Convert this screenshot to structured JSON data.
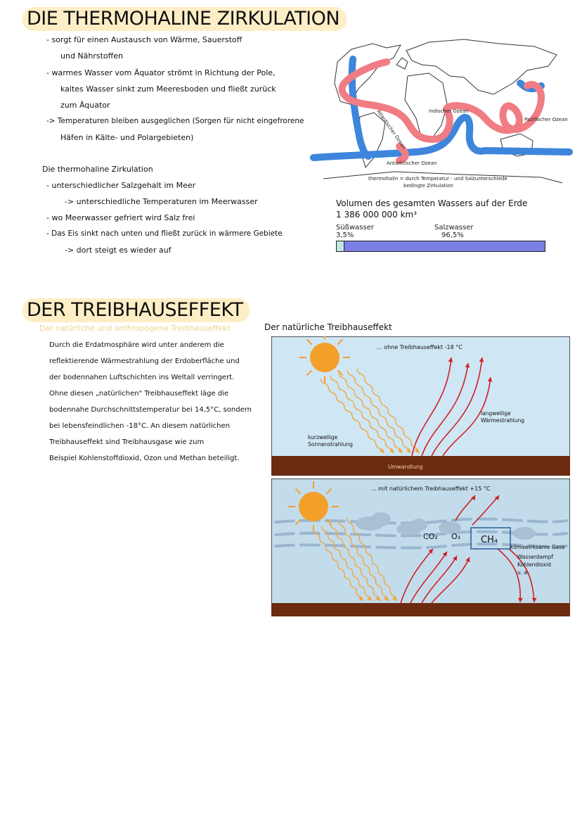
{
  "section1": {
    "title": "DIE THERMOHALINE ZIRKULATION",
    "bullets": [
      "-  sorgt für einen Austausch von Wärme, Sauerstoff",
      "und Nährstoffen",
      "-  warmes Wasser vom Äquator strömt in Richtung der Pole,",
      "kaltes Wasser sinkt zum Meeresboden und fließt zurück",
      "zum Äquator",
      "-> Temperaturen bleiben ausgeglichen  (Sorgen für nicht eingefrorene",
      "Häfen in Kälte-  und  Polargebieten)"
    ],
    "sub_heading": "Die thermohaline Zirkulation",
    "sub_bullets": [
      "-  unterschiedlicher Salzgehalt im Meer",
      "-> unterschiedliche Temperaturen im Meerwasser",
      "-  wo Meerwasser gefriert wird Salz frei",
      "-  Das Eis sinkt nach unten und fließt zurück in wärmere Gebiete",
      "-> dort steigt es wieder auf"
    ]
  },
  "map": {
    "label_atlantic": "Atlantischer Ozean",
    "label_indian": "Indischer Ozean",
    "label_pacific": "Pazifischer Ozean",
    "label_antarctic": "Antarktischer Ozean",
    "caption_line1": "thermohalin = durch Temperatur - und Salzunterschiede",
    "caption_line2": "bedingte Zirkulation",
    "warm_color": "#f07c84",
    "cold_color": "#3d86dc"
  },
  "water_volume": {
    "title": "Volumen des gesamten Wassers auf der Erde",
    "total": "1 386 000 000 km³",
    "fresh_label": "Süßwasser",
    "fresh_percent": "3,5%",
    "salt_label": "Salzwasser",
    "salt_percent": "96,5%",
    "fresh_fraction": 0.035,
    "fresh_color": "#bfe8e4",
    "salt_color": "#7b7fe6"
  },
  "section2": {
    "title": "DER TREIBHAUSEFFEKT",
    "subtitle": "Der natürliche und anthropogene Treibhauseffekt",
    "paragraph": [
      "Durch die Erdatmosphäre wird unter anderem die",
      "reflektierende Wärmestrahlung der Erdoberfläche und",
      "der bodennahen Luftschichten ins Weltall verringert.",
      "Ohne diesen „natürlichen\" Treibhauseffekt läge die",
      "bodennahe Durchschnittstemperatur bei 14,5°C, sondern",
      "bei lebensfeindlichen -18°C.  An diesem natürlichen",
      "Treibhauseffekt sind Treibhausgase wie zum",
      "Beispiel Kohlenstoffdioxid, Ozon und Methan beteiligt."
    ]
  },
  "diagram": {
    "heading": "Der natürliche Treibhauseffekt",
    "panel1_title": "... ohne Treibhauseffekt -18 °C",
    "panel1_short": [
      "kurzwellige",
      "Sonnenstrahlung"
    ],
    "panel1_long": [
      "langwellige",
      "Wärmestrahlung"
    ],
    "panel1_ground": "Umwandlung",
    "panel2_title": "... mit natürlichem Treibhauseffekt +15 °C",
    "gas_co2": "CO₂",
    "gas_o3": "O₃",
    "gas_ch4": "CH₄",
    "gases_label": [
      "klimawirksame Gase",
      "Wasserdampf",
      "Kohlendioxid",
      "u. a."
    ],
    "sky1_color": "#cfe6f5",
    "sky2_color": "#c3dcec",
    "ground_color": "#6b2b10",
    "sun_color": "#f3a02a",
    "sunray_color": "#f2a53a",
    "heat_color": "#cf2020"
  }
}
